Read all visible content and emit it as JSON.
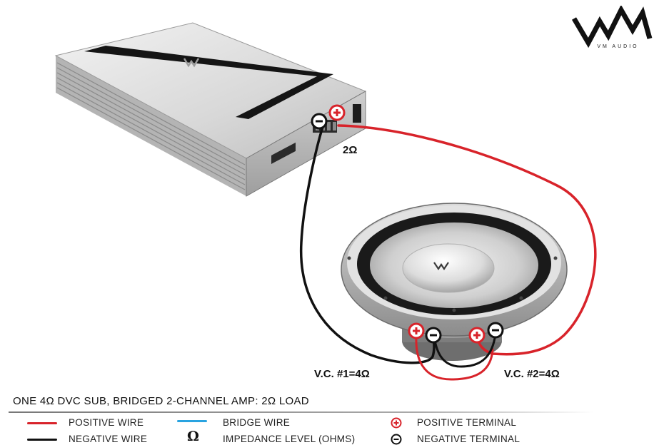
{
  "brand": {
    "logo_text": "VM AUDIO"
  },
  "diagram": {
    "amp_load_label": "2Ω",
    "vc1_label": "V.C. #1=4Ω",
    "vc2_label": "V.C. #2=4Ω"
  },
  "caption": "ONE 4Ω DVC SUB, BRIDGED 2-CHANNEL AMP: 2Ω LOAD",
  "legend": {
    "positive_wire": "POSITIVE WIRE",
    "negative_wire": "NEGATIVE WIRE",
    "bridge_wire": "BRIDGE WIRE",
    "impedance_symbol": "Ω",
    "impedance": "IMPEDANCE LEVEL (OHMS)",
    "positive_terminal": "POSITIVE TERMINAL",
    "negative_terminal": "NEGATIVE TERMINAL"
  },
  "colors": {
    "positive": "#d8232a",
    "negative": "#111111",
    "bridge": "#29a3e0"
  }
}
